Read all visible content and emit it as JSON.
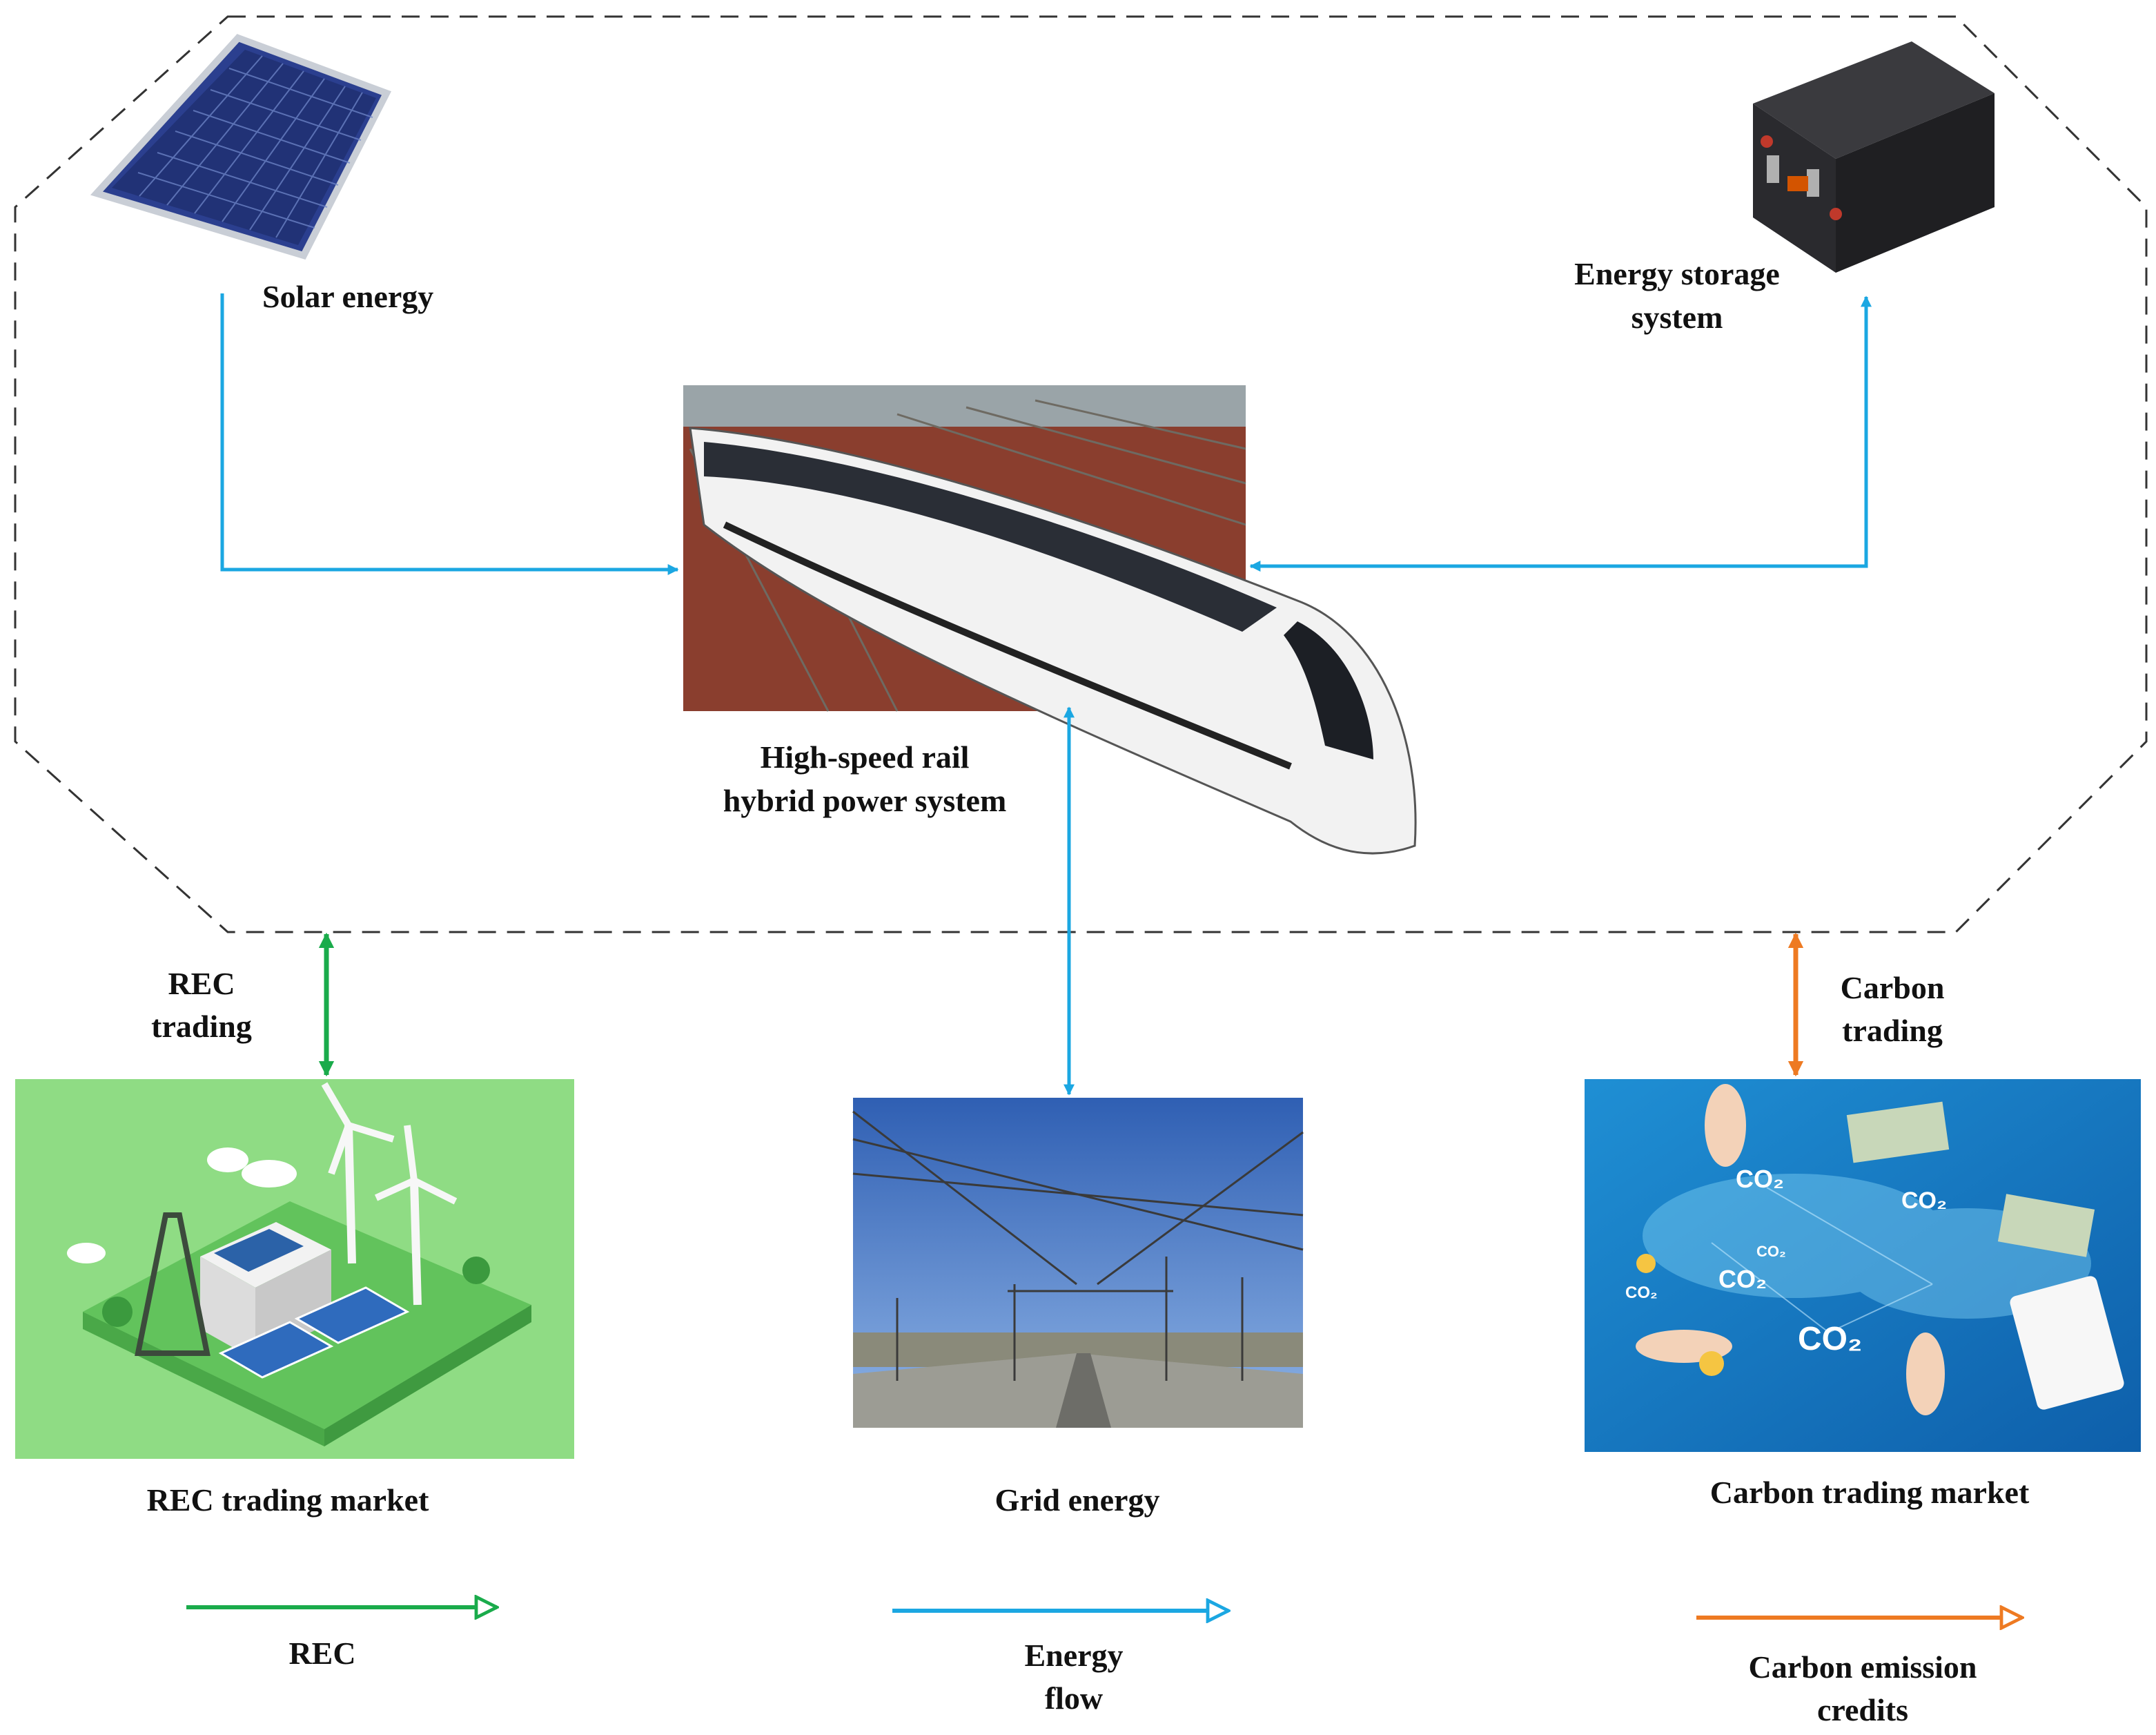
{
  "nodes": {
    "solar": {
      "label": "Solar energy",
      "icon": "solar-panel-icon"
    },
    "storage": {
      "label_line1": "Energy storage",
      "label_line2": "system",
      "icon": "battery-icon"
    },
    "train": {
      "label_line1": "High-speed rail",
      "label_line2": "hybrid power system",
      "icon": "high-speed-train-icon"
    },
    "rec_market": {
      "label": "REC trading market",
      "icon": "wind-solar-factory-icon"
    },
    "grid": {
      "label": "Grid energy",
      "icon": "power-grid-icon"
    },
    "carbon_market": {
      "label": "Carbon trading market",
      "icon": "carbon-trading-icon"
    }
  },
  "links": {
    "rec_trading": {
      "line1": "REC",
      "line2": "trading"
    },
    "carbon_trading": {
      "line1": "Carbon",
      "line2": "trading"
    }
  },
  "legend": {
    "rec": {
      "label": "REC",
      "color": "#1aab4b"
    },
    "energy": {
      "line1": "Energy",
      "line2": "flow",
      "color": "#1ba7e2"
    },
    "carbon": {
      "line1": "Carbon emission",
      "line2": "credits",
      "color": "#ee7a22"
    }
  },
  "colors": {
    "boundary": "#333333",
    "rec": "#1aab4b",
    "energy": "#1ba7e2",
    "carbon": "#ee7a22"
  }
}
